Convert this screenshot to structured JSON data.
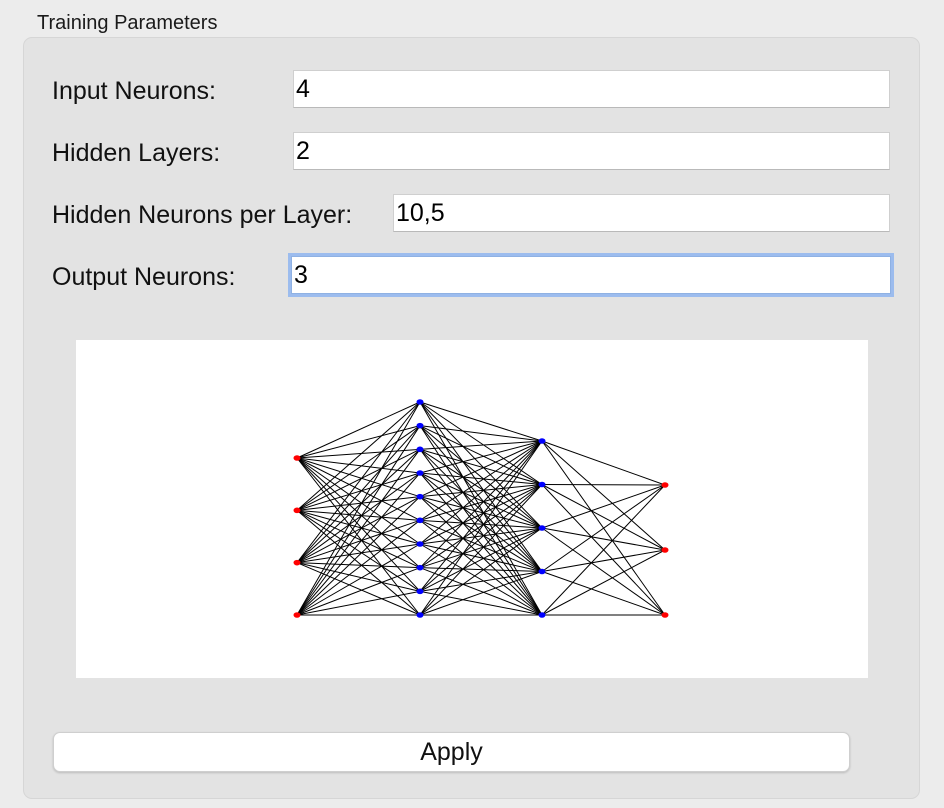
{
  "group": {
    "title": "Training Parameters"
  },
  "fields": {
    "input_neurons": {
      "label": "Input Neurons:",
      "value": "4"
    },
    "hidden_layers": {
      "label": "Hidden Layers:",
      "value": "2"
    },
    "hidden_neurons_per_layer": {
      "label": "Hidden Neurons per Layer:",
      "value": "10,5"
    },
    "output_neurons": {
      "label": "Output Neurons:",
      "value": "3"
    }
  },
  "network_diagram": {
    "layers": [
      4,
      10,
      5,
      3
    ],
    "layer_colors": [
      "#ff0000",
      "#0000ff",
      "#0000ff",
      "#ff0000"
    ],
    "edge_color": "#000000"
  },
  "apply_button": {
    "label": "Apply"
  }
}
